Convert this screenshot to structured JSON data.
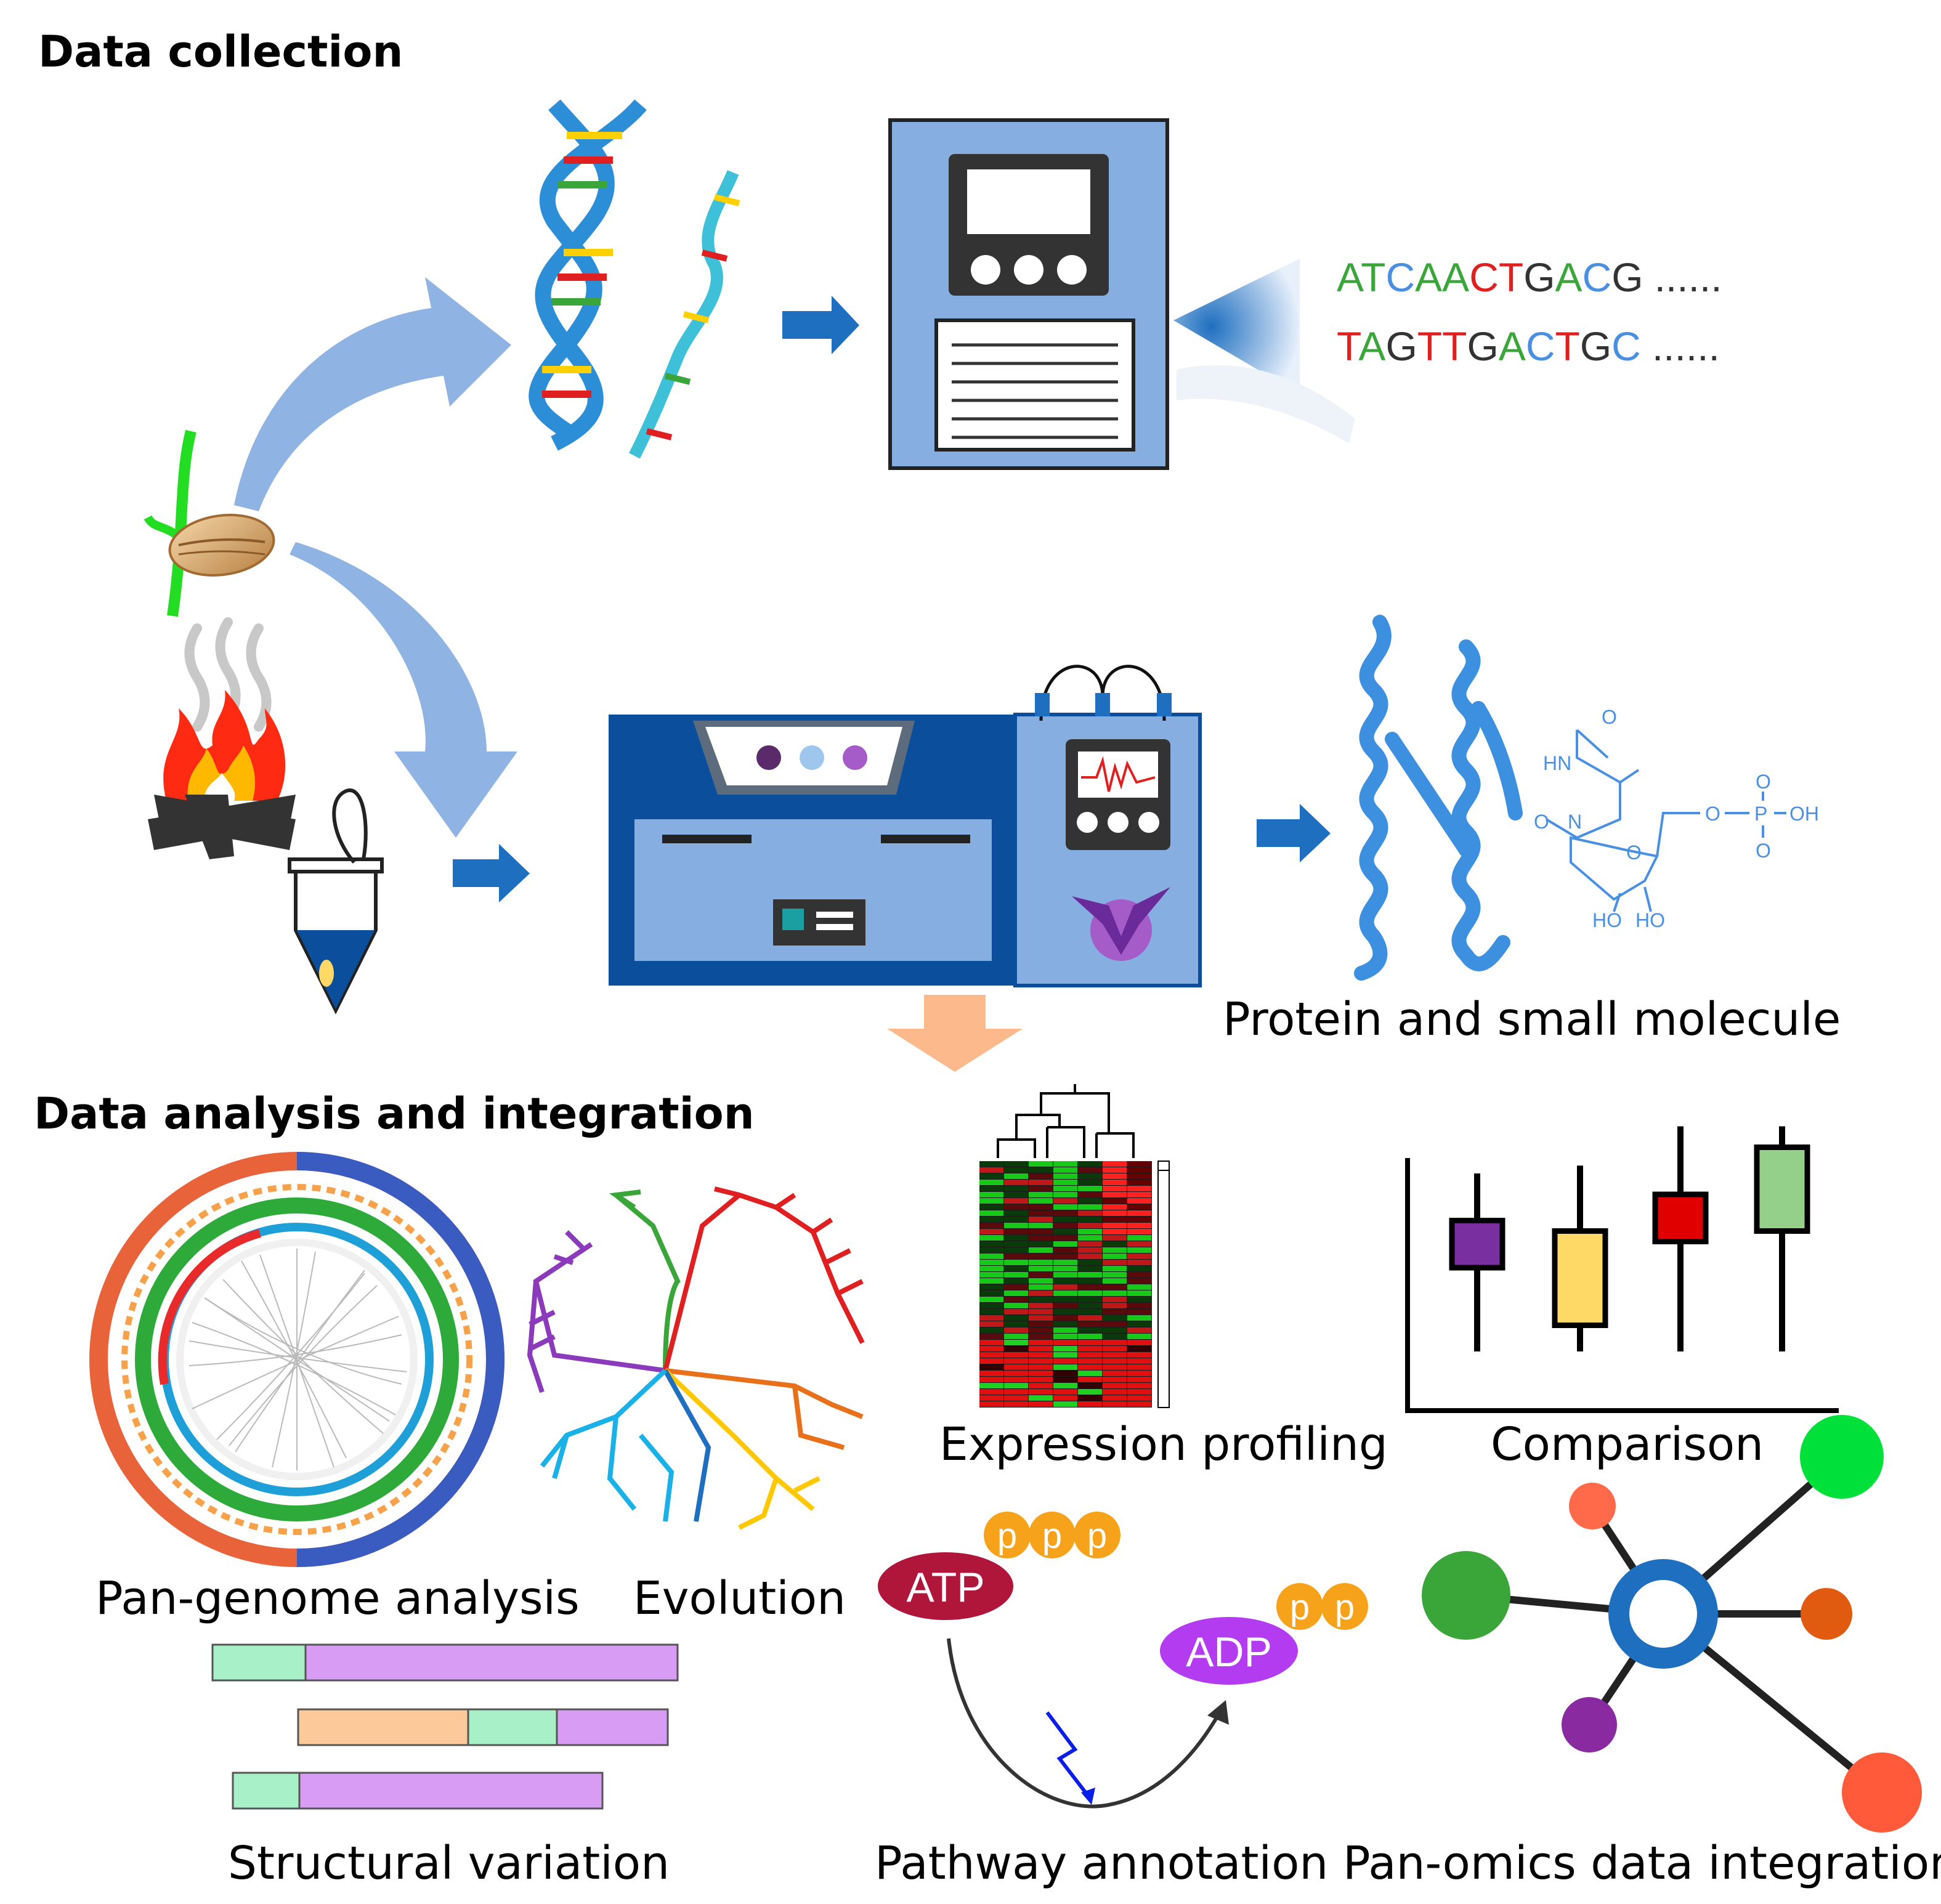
{
  "headings": {
    "data_collection": "Data collection",
    "data_analysis": "Data analysis and integration"
  },
  "sequences": {
    "line1": [
      {
        "t": "A",
        "c": "#3aa63a"
      },
      {
        "t": "T",
        "c": "#3aa63a"
      },
      {
        "t": "C",
        "c": "#4a90e2"
      },
      {
        "t": "A",
        "c": "#3aa63a"
      },
      {
        "t": "A",
        "c": "#3aa63a"
      },
      {
        "t": "C",
        "c": "#e02020"
      },
      {
        "t": "T",
        "c": "#e02020"
      },
      {
        "t": "G",
        "c": "#333333"
      },
      {
        "t": "A",
        "c": "#3aa63a"
      },
      {
        "t": "C",
        "c": "#4a90e2"
      },
      {
        "t": "G",
        "c": "#333333"
      }
    ],
    "line2": [
      {
        "t": "T",
        "c": "#e02020"
      },
      {
        "t": "A",
        "c": "#3aa63a"
      },
      {
        "t": "G",
        "c": "#333333"
      },
      {
        "t": "T",
        "c": "#e02020"
      },
      {
        "t": "T",
        "c": "#e02020"
      },
      {
        "t": "G",
        "c": "#333333"
      },
      {
        "t": "A",
        "c": "#3aa63a"
      },
      {
        "t": "C",
        "c": "#4a90e2"
      },
      {
        "t": "T",
        "c": "#e02020"
      },
      {
        "t": "G",
        "c": "#333333"
      },
      {
        "t": "C",
        "c": "#4a90e2"
      }
    ],
    "ellipsis": "......"
  },
  "labels": {
    "protein": "Protein and small molecule",
    "expression": "Expression profiling",
    "comparison": "Comparison",
    "pan_genome": "Pan-genome analysis",
    "evolution": "Evolution",
    "structural": "Structural variation",
    "pathway": "Pathway annotation",
    "pan_omics": "Pan-omics data integration"
  },
  "molecules": {
    "atp": "ATP",
    "adp": "ADP",
    "phosphate": "p"
  },
  "chemistry": {
    "hn": "HN",
    "n": "N",
    "o": "O",
    "oh": "OH",
    "p": "P",
    "ho": "HO"
  },
  "colors": {
    "arrow_blue": "#1e6fc0",
    "light_arrow": "#8fb3e3",
    "machine_dark": "#0b4f9c",
    "machine_light": "#86aee0",
    "orange_arrow": "#fbb98c",
    "protein": "#3d8fe0",
    "atp": "#b0153a",
    "adp": "#b43cf0",
    "phosphate": "#f7a21b"
  },
  "boxplots": [
    {
      "color": "#7a2fa0",
      "q1": 0.44,
      "q3": 0.62,
      "min": 0.12,
      "max": 0.8
    },
    {
      "color": "#ffd966",
      "q1": 0.22,
      "q3": 0.58,
      "min": 0.12,
      "max": 0.83
    },
    {
      "color": "#e00000",
      "q1": 0.54,
      "q3": 0.72,
      "min": 0.12,
      "max": 0.98
    },
    {
      "color": "#95d08a",
      "q1": 0.58,
      "q3": 0.9,
      "min": 0.12,
      "max": 0.98
    }
  ],
  "network_nodes": [
    {
      "name": "node-green-large",
      "color": "#3aa63a"
    },
    {
      "name": "node-tomato-top",
      "color": "#ff6b4a"
    },
    {
      "name": "node-lime-top-right",
      "color": "#00e03a"
    },
    {
      "name": "node-orange-right",
      "color": "#e05a10"
    },
    {
      "name": "node-purple-bottom",
      "color": "#8a2aa0"
    },
    {
      "name": "node-tomato-bottom-right",
      "color": "#ff5a3a"
    }
  ],
  "sv_segments": [
    {
      "row": 1,
      "color": "#a7f0c8",
      "frac": 0.2
    },
    {
      "row": 1,
      "color": "#d89cf5",
      "frac": 0.8
    },
    {
      "row": 2,
      "color": "#fbc99a",
      "frac": 0.46
    },
    {
      "row": 2,
      "color": "#a7f0c8",
      "frac": 0.24
    },
    {
      "row": 2,
      "color": "#d89cf5",
      "frac": 0.3
    },
    {
      "row": 3,
      "color": "#a7f0c8",
      "frac": 0.18
    },
    {
      "row": 3,
      "color": "#d89cf5",
      "frac": 0.82
    }
  ]
}
